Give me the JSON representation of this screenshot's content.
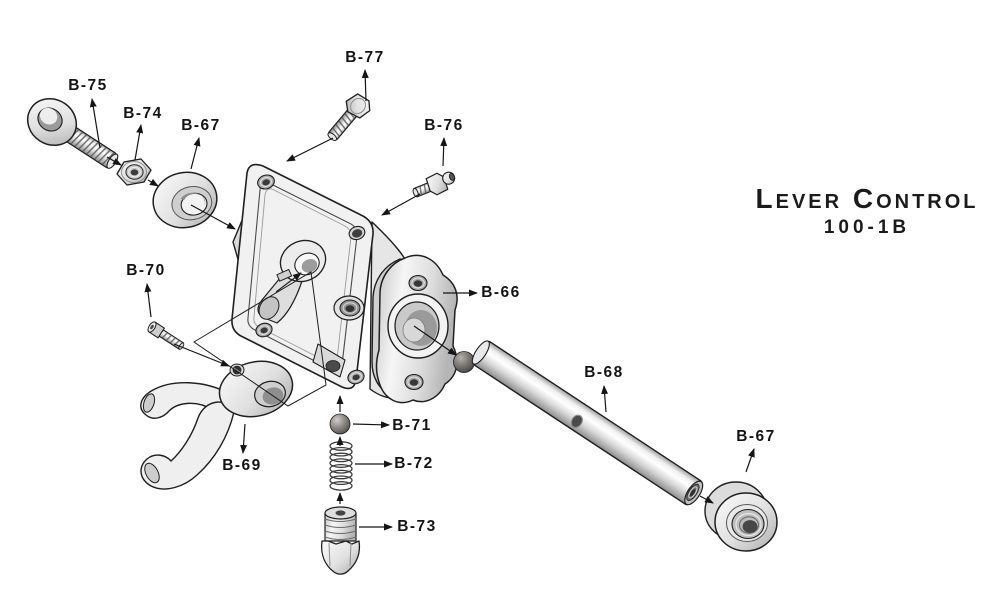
{
  "title": {
    "line1": "Lever Control",
    "line2": "100-1B"
  },
  "diagram": {
    "labels": {
      "b75": "B-75",
      "b74": "B-74",
      "b67_left": "B-67",
      "b77": "B-77",
      "b76": "B-76",
      "b70": "B-70",
      "b66": "B-66",
      "b69": "B-69",
      "b71": "B-71",
      "b72": "B-72",
      "b73": "B-73",
      "b68": "B-68",
      "b67_right": "B-67"
    },
    "colors": {
      "line": "#1a1a1a",
      "background": "#ffffff"
    }
  }
}
